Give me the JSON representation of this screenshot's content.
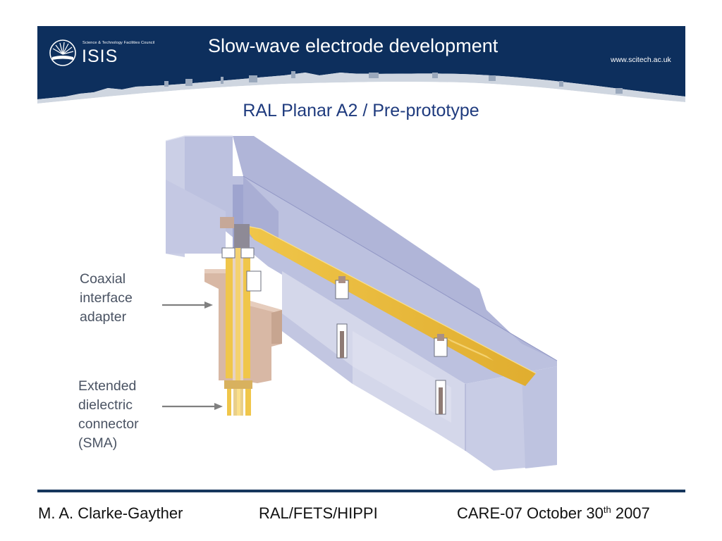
{
  "header": {
    "council": "Science & Technology Facilities Council",
    "facility": "ISIS",
    "title": "Slow-wave electrode development",
    "url": "www.scitech.ac.uk"
  },
  "subtitle": "RAL Planar A2 / Pre-prototype",
  "callouts": {
    "coaxial_adapter": [
      "Coaxial",
      "interface",
      "adapter"
    ],
    "sma_connector": [
      "Extended",
      "dielectric",
      "connector",
      "(SMA)"
    ]
  },
  "footer": {
    "author": "M. A. Clarke-Gayther",
    "project": "RAL/FETS/HIPPI",
    "event_prefix": "CARE-07 October 30",
    "event_superscript": "th",
    "event_suffix": " 2007"
  },
  "colors": {
    "banner_navy": "#0d2f5d",
    "subtitle_blue": "#1f3b7e",
    "electrode_gold": "#e5b53a",
    "body_lavender": "#b9bfde",
    "adapter_tan": "#d4b3a0"
  }
}
